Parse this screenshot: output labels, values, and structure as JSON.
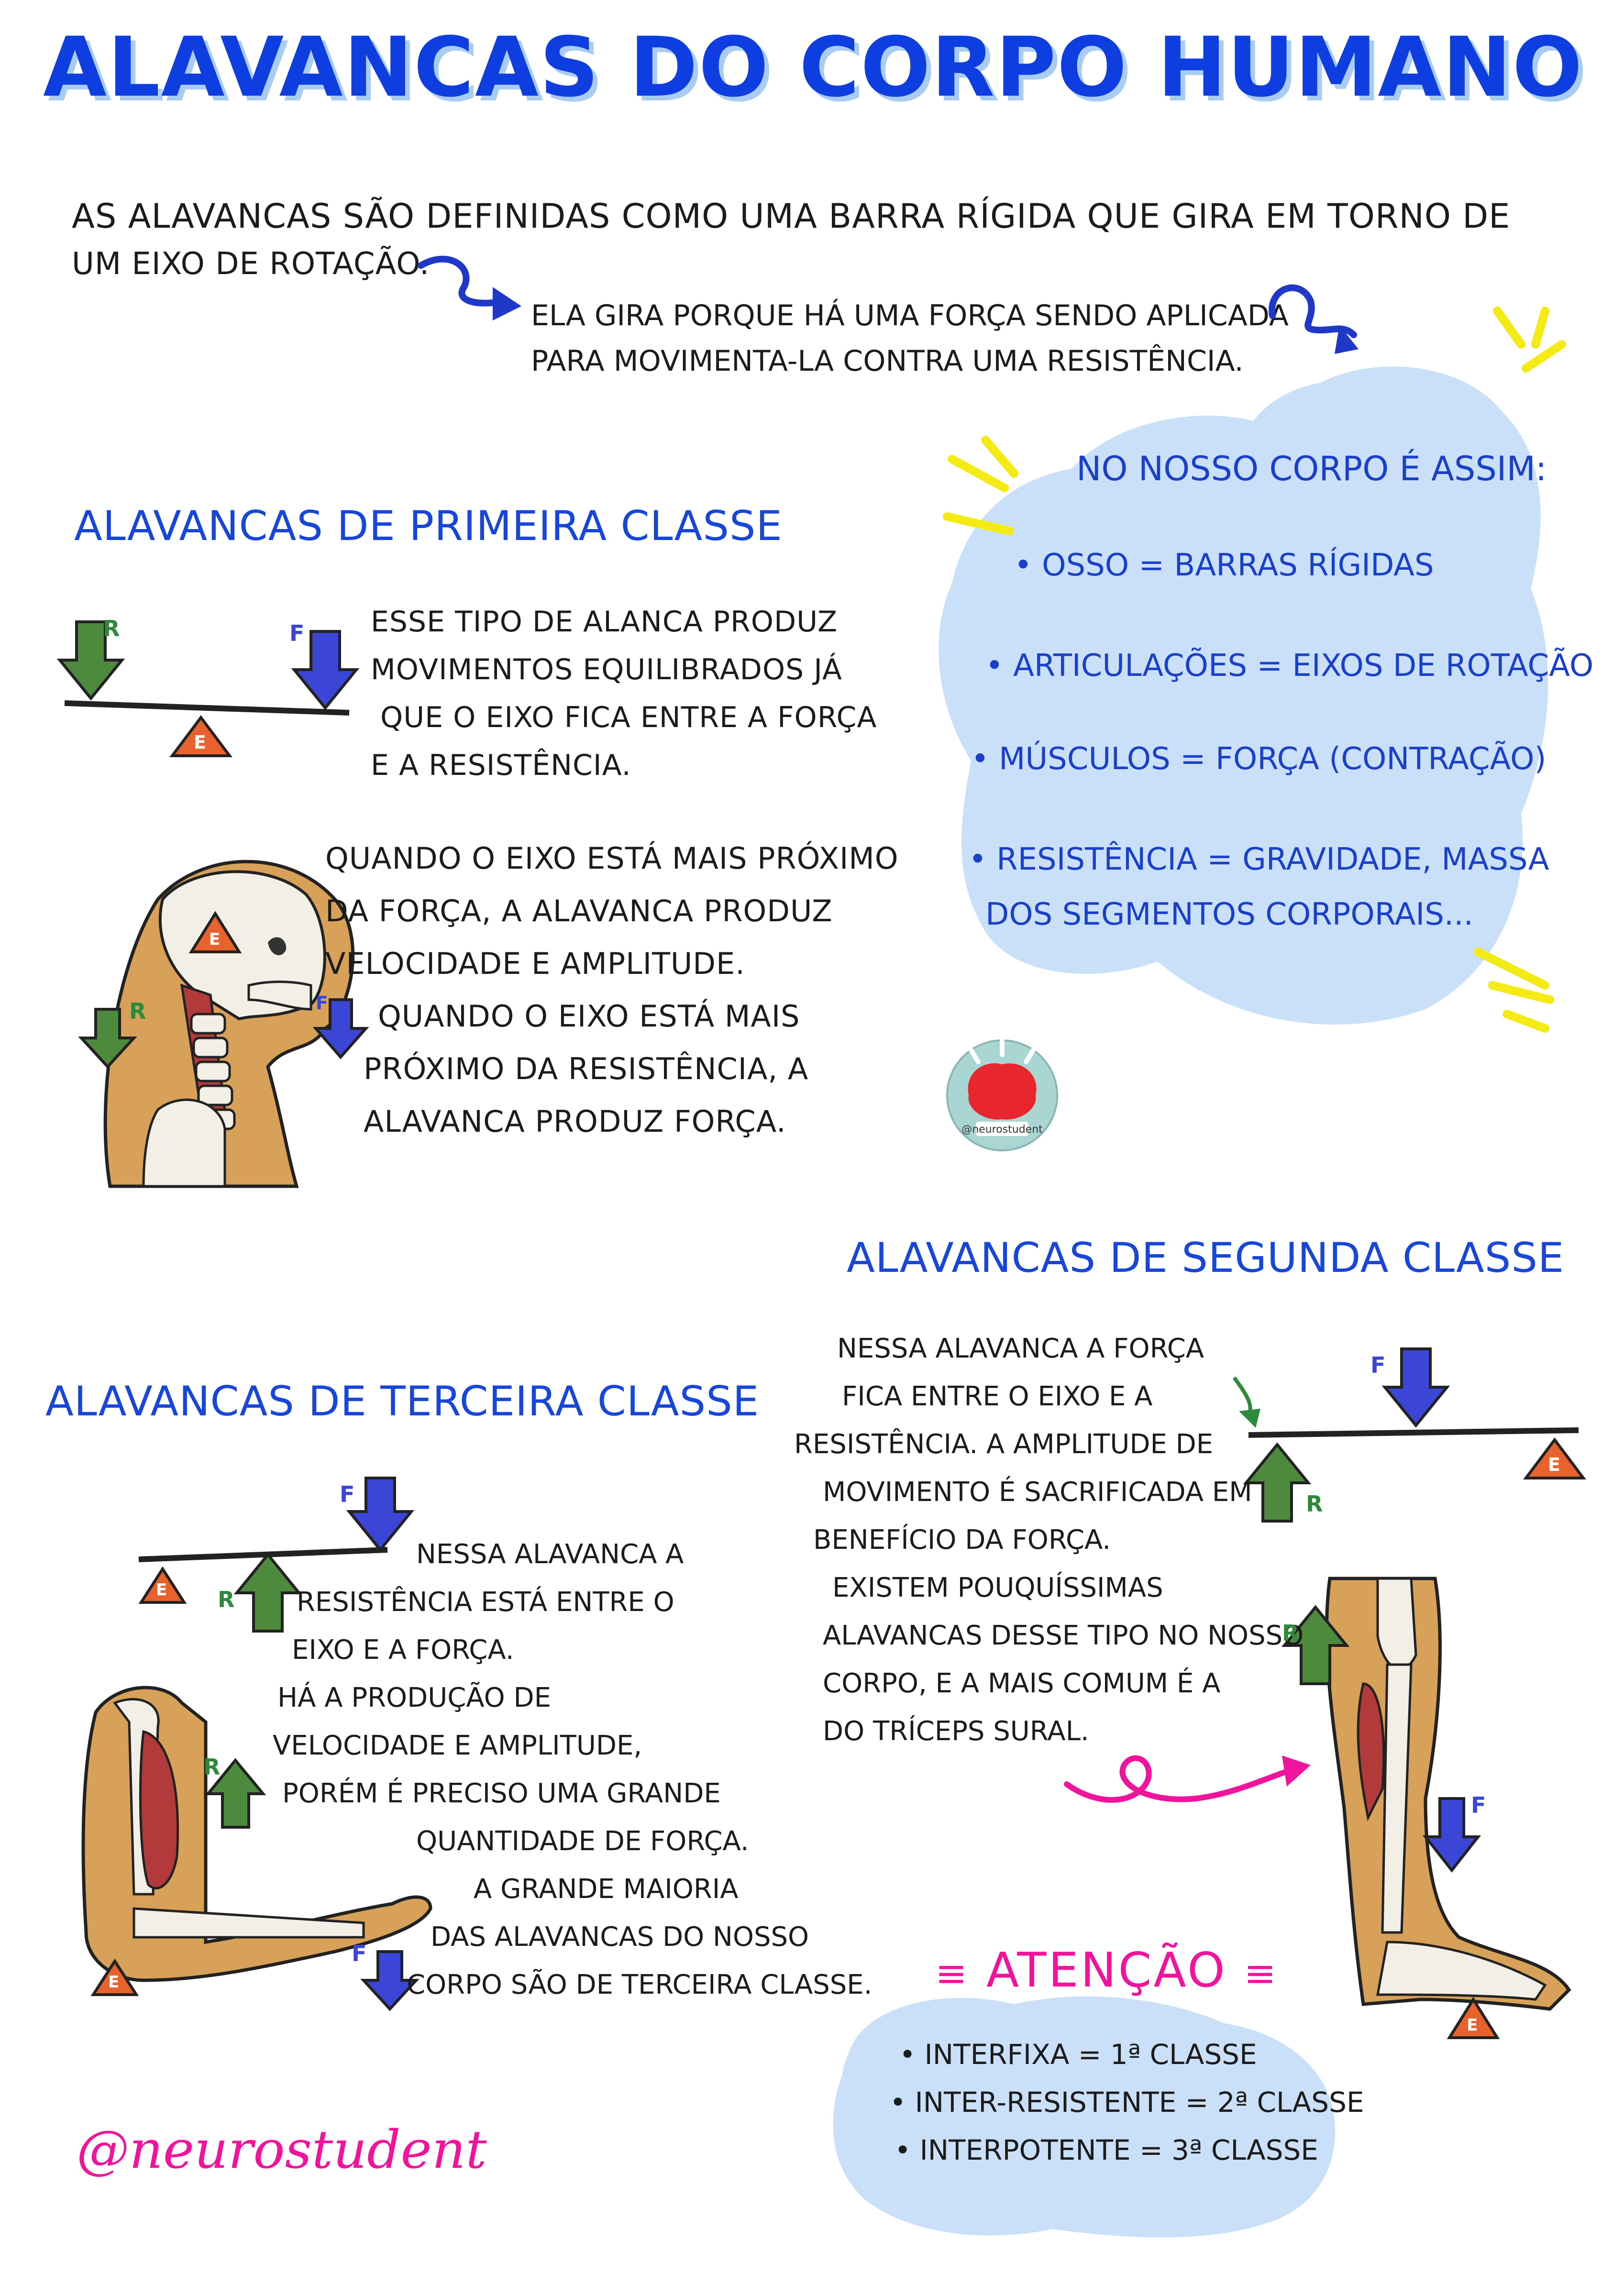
{
  "title": "ALAVANCAS DO CORPO HUMANO",
  "intro": {
    "line1": "AS ALAVANCAS SÃO DEFINIDAS COMO UMA BARRA RÍGIDA QUE GIRA EM TORNO DE",
    "line2": "UM EIXO DE ROTAÇÃO.",
    "note1": "ELA GIRA PORQUE HÁ UMA FORÇA SENDO APLICADA",
    "note2": "PARA MOVIMENTA-LA CONTRA UMA RESISTÊNCIA."
  },
  "body_box": {
    "heading": "NO NOSSO CORPO É ASSIM:",
    "items": [
      "• OSSO = BARRAS RÍGIDAS",
      "• ARTICULAÇÕES = EIXOS DE ROTAÇÃO",
      "• MÚSCULOS = FORÇA (CONTRAÇÃO)",
      "• RESISTÊNCIA = GRAVIDADE, MASSA",
      "DOS SEGMENTOS CORPORAIS..."
    ]
  },
  "first_class": {
    "heading": "ALAVANCAS DE PRIMEIRA CLASSE",
    "desc": [
      "ESSE TIPO DE ALANCA PRODUZ",
      "MOVIMENTOS EQUILIBRADOS JÁ",
      "QUE O EIXO FICA ENTRE A FORÇA",
      "E A RESISTÊNCIA."
    ],
    "detail": [
      "QUANDO O EIXO ESTÁ MAIS PRÓXIMO",
      "DA FORÇA, A ALAVANCA PRODUZ",
      "VELOCIDADE E AMPLITUDE.",
      "QUANDO O EIXO ESTÁ MAIS",
      "PRÓXIMO DA RESISTÊNCIA, A",
      "ALAVANCA PRODUZ FORÇA."
    ]
  },
  "second_class": {
    "heading": "ALAVANCAS DE SEGUNDA CLASSE",
    "desc": [
      "NESSA ALAVANCA A FORÇA",
      "FICA ENTRE O EIXO E A",
      "RESISTÊNCIA. A AMPLITUDE DE",
      "MOVIMENTO É SACRIFICADA EM",
      "BENEFÍCIO DA FORÇA.",
      "EXISTEM POUQUÍSSIMAS",
      "ALAVANCAS DESSE TIPO NO NOSSO",
      "CORPO, E A MAIS COMUM É A",
      "DO TRÍCEPS SURAL."
    ]
  },
  "third_class": {
    "heading": "ALAVANCAS DE TERCEIRA CLASSE",
    "desc": [
      "NESSA ALAVANCA A",
      "RESISTÊNCIA ESTÁ ENTRE O",
      "EIXO E A FORÇA.",
      "HÁ A PRODUÇÃO DE",
      "VELOCIDADE E AMPLITUDE,",
      "PORÉM É PRECISO UMA GRANDE",
      "QUANTIDADE DE FORÇA.",
      "A GRANDE MAIORIA",
      "DAS ALAVANCAS DO NOSSO",
      "CORPO SÃO DE TERCEIRA CLASSE."
    ]
  },
  "attention": {
    "heading": "ATENÇÃO",
    "items": [
      "• INTERFIXA = 1ª CLASSE",
      "• INTER-RESISTENTE = 2ª CLASSE",
      "• INTERPOTENTE = 3ª CLASSE"
    ]
  },
  "diagram_labels": {
    "resistance": "R",
    "force": "F",
    "axis": "E"
  },
  "logo_text": "@neurostudent",
  "signature": "@neurostudent",
  "colors": {
    "title_blue": "#0f3ee0",
    "heading_blue": "#1746d8",
    "cloud": "#c9e0f8",
    "force_arrow": "#3b45d6",
    "resistance_arrow": "#4e8a3e",
    "axis_triangle": "#e8622e",
    "accent_pink": "#f0149c",
    "highlight_yellow": "#f4ea14"
  }
}
